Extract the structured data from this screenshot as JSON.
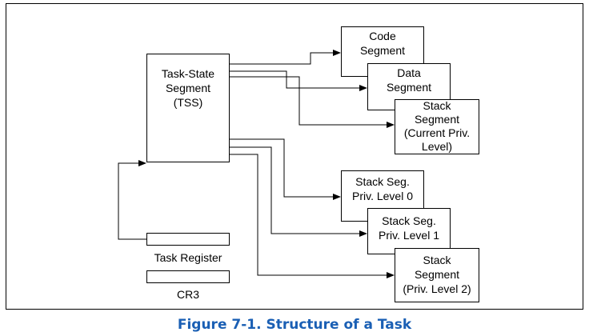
{
  "diagram": {
    "tss_label": "Task-State\nSegment\n(TSS)",
    "code_segment": "Code\nSegment",
    "data_segment": "Data\nSegment",
    "stack_current": "Stack\nSegment\n(Current Priv.\nLevel)",
    "stack_priv0": "Stack Seg.\nPriv. Level 0",
    "stack_priv1": "Stack Seg.\nPriv. Level 1",
    "stack_priv2": "Stack\nSegment\n(Priv. Level 2)",
    "task_register": "Task Register",
    "cr3": "CR3"
  },
  "caption": {
    "text": "Figure 7-1.  Structure of a Task",
    "color": "#1a5fb4"
  }
}
